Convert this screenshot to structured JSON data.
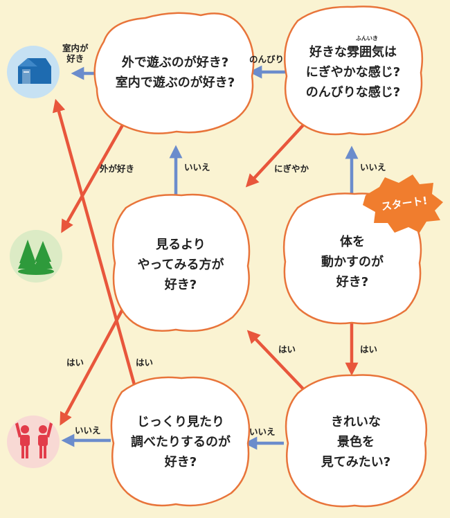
{
  "start": "スタート!",
  "questions": {
    "q_body": [
      "体を",
      "動かすのが",
      "好き?"
    ],
    "q_atmosphere": [
      "好きな雰囲気は",
      "にぎやかな感じ?",
      "のんびりな感じ?"
    ],
    "q_atmosphere_ruby": "ふんいき",
    "q_outdoor": [
      "外で遊ぶのが好き?",
      "室内で遊ぶのが好き?"
    ],
    "q_doing": [
      "見るより",
      "やってみる方が",
      "好き?"
    ],
    "q_scenery": [
      "きれいな",
      "景色を",
      "見てみたい?"
    ],
    "q_research": [
      "じっくり見たり",
      "調べたりするのが",
      "好き?"
    ]
  },
  "labels": {
    "body_no": "いいえ",
    "body_yes": "はい",
    "atmos_relaxed": "のんびり",
    "atmos_lively": "にぎやか",
    "outdoor_indoor": [
      "室内が",
      "好き"
    ],
    "outdoor_outside": "外が好き",
    "doing_no": "いいえ",
    "doing_yes": "はい",
    "scenery_yes": "はい",
    "scenery_no": "いいえ",
    "research_yes": "はい",
    "research_no": "いいえ"
  },
  "outcomes": [
    "house-icon",
    "trees-icon",
    "people-icon"
  ],
  "colors": {
    "background": "#faf3d2",
    "bubble_outline": "#e8743a",
    "arrow_red": "#e8563c",
    "arrow_blue": "#6b8ccc",
    "start_burst": "#f07d2e",
    "house_circle": "#c6e1f3",
    "house": "#1e6bb0",
    "trees_circle": "#dcebc5",
    "trees": "#2e9a3b",
    "people_circle": "#f8d9d4",
    "people": "#e23c4a"
  }
}
